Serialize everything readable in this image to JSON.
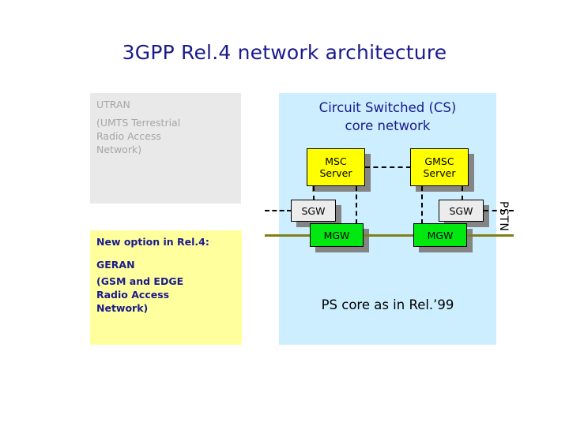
{
  "slide": {
    "title": "3GPP Rel.4 network architecture",
    "background_color": "#ffffff",
    "title_color": "#1a1a8c"
  },
  "utran_panel": {
    "background_color": "#e9e9e9",
    "text_color": "#a6a6a6",
    "title": "UTRAN",
    "lines": [
      "(UMTS Terrestrial",
      "Radio Access",
      "Network)"
    ]
  },
  "geran_panel": {
    "background_color": "#ffff9e",
    "text_color": "#1a1a8c",
    "heading": "New option in Rel.4:",
    "name": "GERAN",
    "lines": [
      "(GSM and EDGE",
      "Radio Access",
      "Network)"
    ]
  },
  "cs_panel": {
    "background_color": "#cceeff",
    "heading_line1": "Circuit Switched (CS)",
    "heading_line2": "core network",
    "heading_color": "#1a1a8c",
    "ps_core_text": "PS core as in Rel.’99"
  },
  "nodes": {
    "msc_server": {
      "label_line1": "MSC",
      "label_line2": "Server",
      "color": "#ffff00"
    },
    "gmsc_server": {
      "label_line1": "GMSC",
      "label_line2": "Server",
      "color": "#ffff00"
    },
    "sgw_left": {
      "label": "SGW",
      "color": "#ececec"
    },
    "sgw_right": {
      "label": "SGW",
      "color": "#ececec"
    },
    "mgw_left": {
      "label": "MGW",
      "color": "#00e810"
    },
    "mgw_right": {
      "label": "MGW",
      "color": "#00e810"
    }
  },
  "external": {
    "pstn_label": "PSTN"
  },
  "connectors": {
    "signalling_color": "#000000",
    "bearer_color": "#80801a"
  }
}
